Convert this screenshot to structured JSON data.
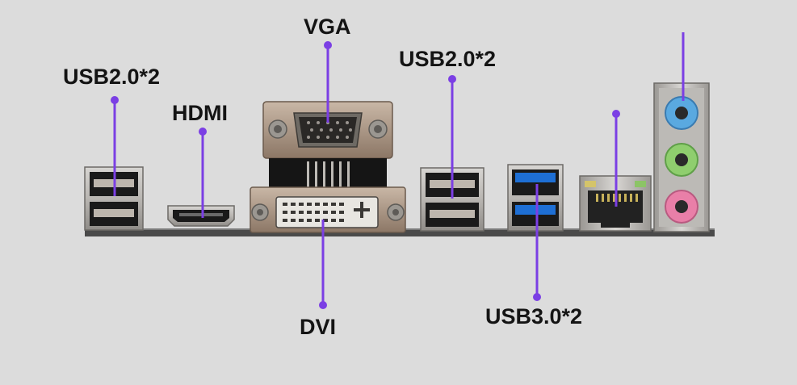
{
  "colors": {
    "background": "#dcdcdc",
    "pointer": "#7b3fe4",
    "text": "#141414",
    "usb3_blue": "#1e6fd4",
    "audio_blue": "#5aa9e0",
    "audio_green": "#8fce6e",
    "audio_pink": "#e97fa8"
  },
  "labels": {
    "usb2_left": "USB2.0*2",
    "hdmi": "HDMI",
    "vga": "VGA",
    "usb2_right": "USB2.0*2",
    "dvi": "DVI",
    "usb3": "USB3.0*2"
  }
}
